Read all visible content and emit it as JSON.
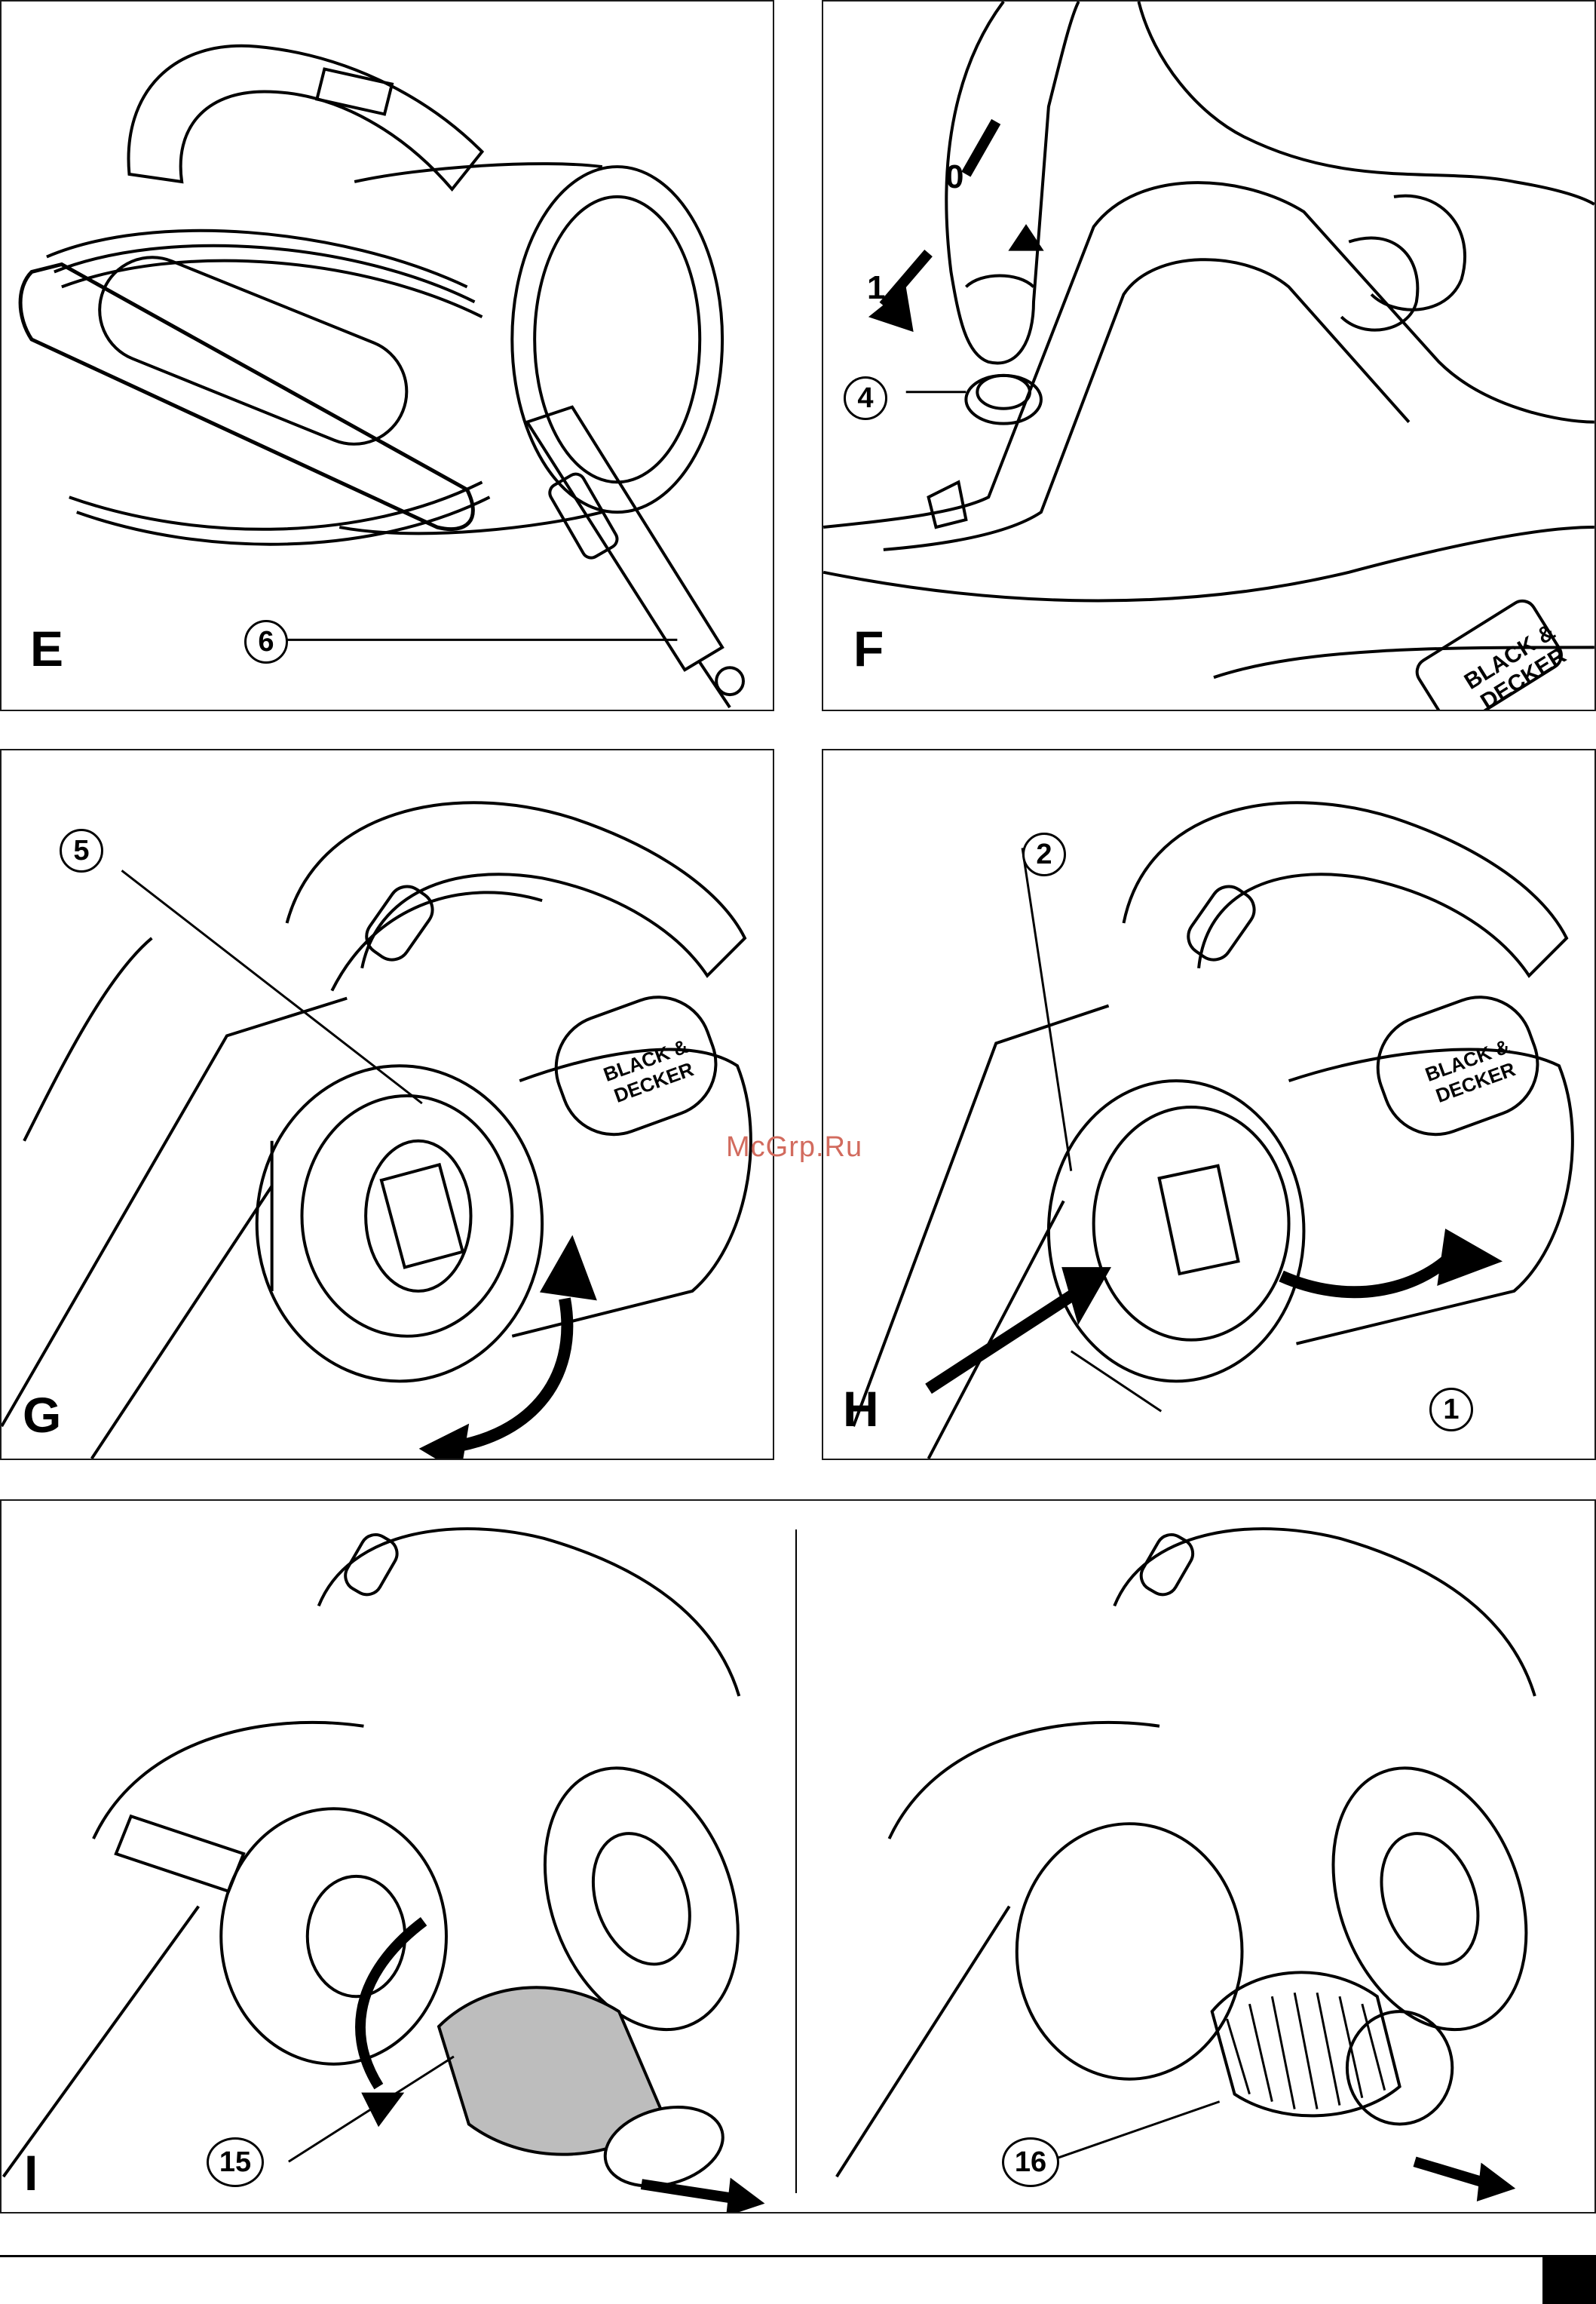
{
  "panels": {
    "e": {
      "letter": "E",
      "callouts": [
        "6"
      ]
    },
    "f": {
      "letter": "F",
      "callouts": [
        "4"
      ],
      "switch_off": "0",
      "switch_on": "1",
      "brand": "BLACK & DECKER"
    },
    "g": {
      "letter": "G",
      "callouts": [
        "5"
      ],
      "brand": "BLACK & DECKER"
    },
    "h": {
      "letter": "H",
      "callouts": [
        "2",
        "1"
      ],
      "brand": "BLACK & DECKER"
    },
    "i": {
      "letter": "I",
      "callouts": [
        "15",
        "16"
      ]
    }
  },
  "watermark": "McGrp.Ru",
  "colors": {
    "line": "#000000",
    "watermark": "#d26b5e",
    "filter_fill": "#bdbdbd"
  }
}
